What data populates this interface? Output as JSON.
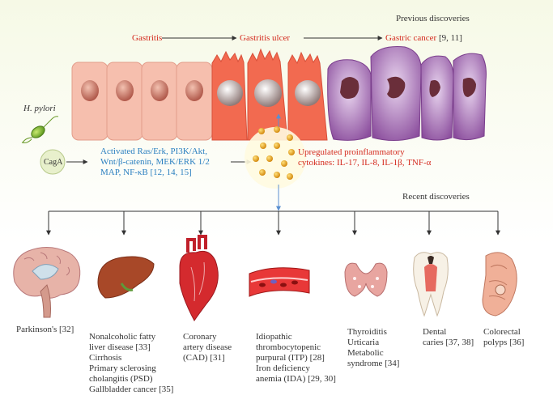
{
  "header": {
    "previous": "Previous discoveries",
    "gastritis": "Gastritis",
    "gastritis_ulcer": "Gastritis ulcer",
    "gastric_cancer": "Gastric cancer",
    "gastric_cancer_ref": "[9, 11]"
  },
  "pathway": {
    "hpylori": "H. pylori",
    "caga": "CagA",
    "signaling_lines": [
      "Activated Ras/Erk, PI3K/Akt,",
      "Wnt/β-catenin, MEK/ERK 1/2",
      "MAP, NF-κB [12, 14, 15]"
    ],
    "cytokine_lines": [
      "Upregulated proinflammatory",
      "cytokines: IL-17, IL-8, IL-1β, TNF-α"
    ]
  },
  "recent": "Recent discoveries",
  "diseases": [
    {
      "lines": [
        "Parkinson's [32]"
      ]
    },
    {
      "lines": [
        "Nonalcoholic fatty",
        "liver disease [33]",
        "Cirrhosis",
        "Primary sclerosing",
        "cholangitis (PSD)",
        "Gallbladder cancer [35]"
      ]
    },
    {
      "lines": [
        "Coronary",
        "artery disease",
        "(CAD) [31]"
      ]
    },
    {
      "lines": [
        "Idiopathic",
        "thrombocytopenic",
        "purpural (ITP) [28]",
        "Iron deficiency",
        "anemia (IDA) [29, 30]"
      ]
    },
    {
      "lines": [
        "Thyroiditis",
        "Urticaria",
        "Metabolic",
        "syndrome [34]"
      ]
    },
    {
      "lines": [
        "Dental",
        "caries [37, 38]"
      ]
    },
    {
      "lines": [
        "Colorectal",
        "polyps [36]"
      ]
    }
  ],
  "colors": {
    "red": "#d42a1e",
    "blue": "#2a7fc0",
    "normal_cell": "#f4b9a8",
    "ulcer_cell": "#f26a50",
    "cancer_cell": "#9a5aa8",
    "cytokine": "#f0a818"
  }
}
